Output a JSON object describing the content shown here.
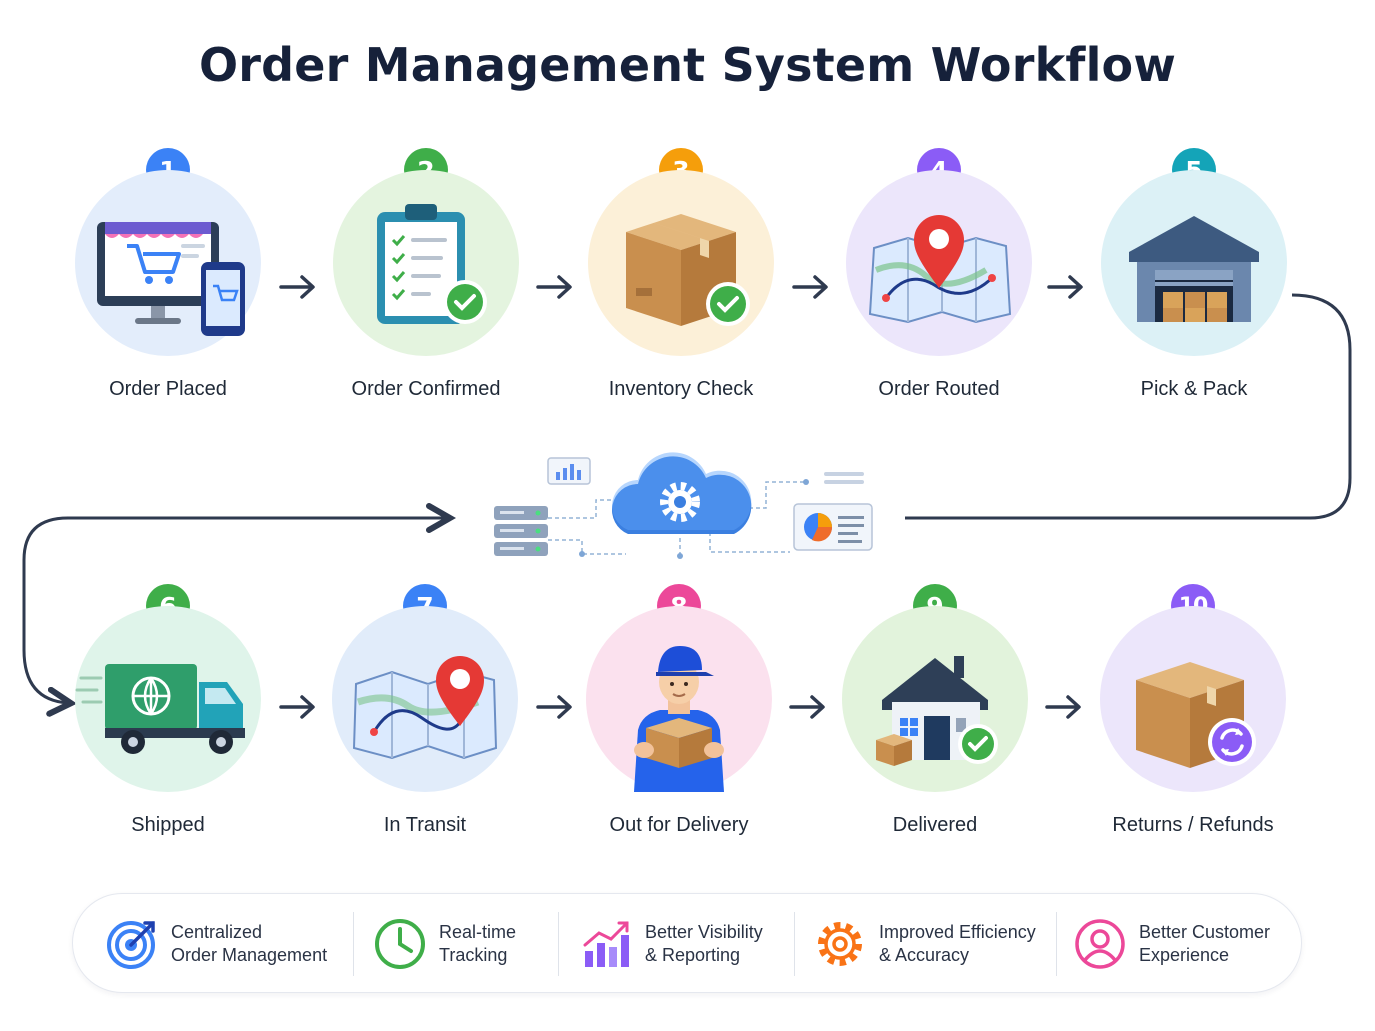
{
  "title": "Order Management System Workflow",
  "colors": {
    "heading": "#16213a",
    "connector": "#2f3a4f",
    "badge_blue": "#3b82f6",
    "badge_green": "#3fae49",
    "badge_orange": "#f59e0b",
    "badge_purple": "#8b5cf6",
    "badge_teal": "#14a4b8",
    "badge_pink": "#ec4899"
  },
  "steps": [
    {
      "number": "1",
      "label": "Order Placed",
      "icon": "online-shopping-icon"
    },
    {
      "number": "2",
      "label": "Order Confirmed",
      "icon": "checklist-clipboard-icon"
    },
    {
      "number": "3",
      "label": "Inventory Check",
      "icon": "box-check-icon"
    },
    {
      "number": "4",
      "label": "Order Routed",
      "icon": "map-pin-icon"
    },
    {
      "number": "5",
      "label": "Pick & Pack",
      "icon": "warehouse-icon"
    },
    {
      "number": "6",
      "label": "Shipped",
      "icon": "delivery-truck-icon"
    },
    {
      "number": "7",
      "label": "In Transit",
      "icon": "route-map-icon"
    },
    {
      "number": "8",
      "label": "Out for Delivery",
      "icon": "courier-icon"
    },
    {
      "number": "9",
      "label": "Delivered",
      "icon": "house-delivered-icon"
    },
    {
      "number": "10",
      "label": "Returns / Refunds",
      "icon": "return-box-icon"
    }
  ],
  "hub": {
    "icons": [
      "cloud-gear-icon",
      "server-icon",
      "bar-chart-icon",
      "pie-chart-report-icon"
    ]
  },
  "benefits": [
    {
      "line1": "Centralized",
      "line2": "Order Management",
      "icon": "target-icon"
    },
    {
      "line1": "Real-time",
      "line2": "Tracking",
      "icon": "clock-icon"
    },
    {
      "line1": "Better Visibility",
      "line2": "& Reporting",
      "icon": "growth-chart-icon"
    },
    {
      "line1": "Improved Efficiency",
      "line2": "& Accuracy",
      "icon": "gear-icon"
    },
    {
      "line1": "Better Customer",
      "line2": "Experience",
      "icon": "customer-icon"
    }
  ]
}
